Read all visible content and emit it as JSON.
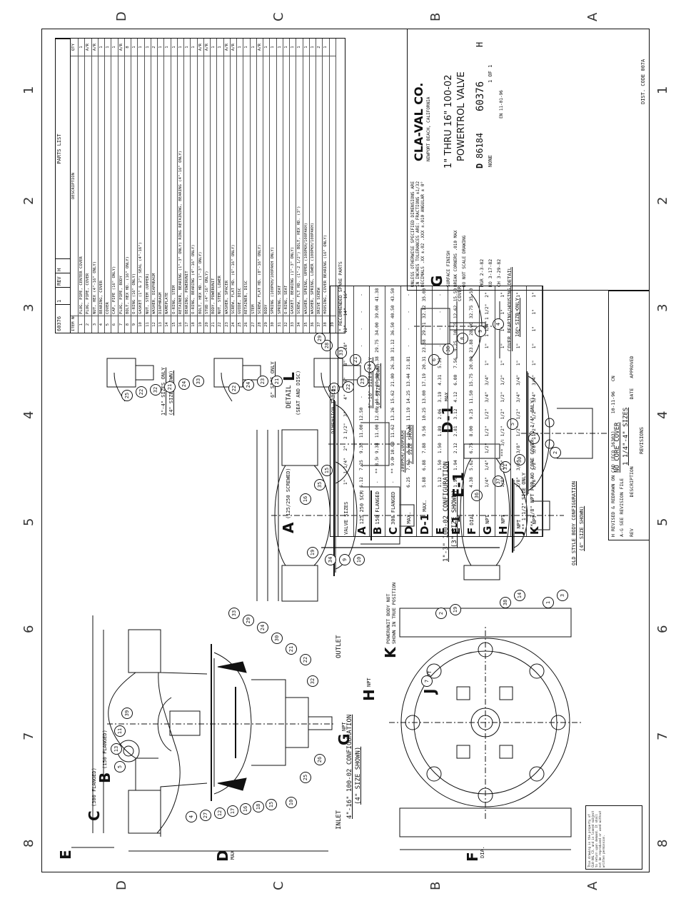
{
  "zones": {
    "numbers": [
      "8",
      "7",
      "6",
      "5",
      "4",
      "3",
      "2",
      "1"
    ],
    "letters": [
      "A",
      "B",
      "C",
      "D"
    ]
  },
  "dwg_no": "60376",
  "sheet_no": "1",
  "rev_label": "REV",
  "rev": "H",
  "parts_list": {
    "title": "PARTS LIST",
    "hdr_item": "ITEM NO.",
    "hdr_desc": "DESCRIPTION",
    "hdr_qty": "QTY",
    "items": [
      {
        "no": "1",
        "desc": "PLUG, PIPE, CENTER COVER",
        "qty": "1",
        "spare": ""
      },
      {
        "no": "2",
        "desc": "PLUG, PIPE, COVER",
        "qty": "A/R",
        "spare": ""
      },
      {
        "no": "3",
        "desc": "NUT, HEX (4\"-16\" ONLY)",
        "qty": "A/R",
        "spare": ""
      },
      {
        "no": "4",
        "desc": "BEARING, COVER",
        "qty": "1",
        "spare": ""
      },
      {
        "no": "5",
        "desc": "COVER",
        "qty": "1",
        "spare": ""
      },
      {
        "no": "6",
        "desc": "CAP, PIPE (16\" ONLY)",
        "qty": "1",
        "spare": ""
      },
      {
        "no": "7",
        "desc": "PLUG, PIPE, BODY",
        "qty": "A/R",
        "spare": ""
      },
      {
        "no": "8",
        "desc": "BOLT, HEX HD. (16\" ONLY)",
        "qty": "8",
        "spare": ""
      },
      {
        "no": "9",
        "desc": "O-RING (16\" ONLY)",
        "qty": "1",
        "spare": "*"
      },
      {
        "no": "10",
        "desc": "GASKET (1\" & 2\") SEAL (4\"-16\")",
        "qty": "1",
        "spare": "*"
      },
      {
        "no": "11",
        "desc": "NUT, STEM (UPPER)",
        "qty": "1",
        "spare": ""
      },
      {
        "no": "12",
        "desc": "WASHER, DIAPHRAGM",
        "qty": "2",
        "spare": ""
      },
      {
        "no": "13",
        "desc": "DIAPHRAGM",
        "qty": "1",
        "spare": "*"
      },
      {
        "no": "14",
        "desc": "NAMEPLATE",
        "qty": "1",
        "spare": ""
      },
      {
        "no": "15",
        "desc": "O-RING, STEM",
        "qty": "1",
        "spare": "*"
      },
      {
        "no": "16",
        "desc": "RETAINER, BEARING (1\"-3\" ONLY) RING RETAINING, BEARING (4\"-16\" ONLY)",
        "qty": "1",
        "spare": ""
      },
      {
        "no": "17",
        "desc": "BEARING, POWERUNIT",
        "qty": "1",
        "spare": ""
      },
      {
        "no": "18",
        "desc": "O-RING, BEARING (4\"-16\" ONLY)",
        "qty": "1",
        "spare": "*"
      },
      {
        "no": "19",
        "desc": "BOLT, HEX HD. (1\"-3\" ONLY)",
        "qty": "A/R",
        "spare": ""
      },
      {
        "no": "20",
        "desc": "STUD (4\"-16\" ONLY)",
        "qty": "A/R",
        "spare": ""
      },
      {
        "no": "21",
        "desc": "BODY, POWERUNIT",
        "qty": "1",
        "spare": ""
      },
      {
        "no": "22",
        "desc": "NUT, STEM, LOWER",
        "qty": "1",
        "spare": ""
      },
      {
        "no": "23",
        "desc": "WASHER, SPACER",
        "qty": "A/R",
        "spare": ""
      },
      {
        "no": "24",
        "desc": "SCREW, FLAT HD. (6\"-16\" ONLY)",
        "qty": "A/R",
        "spare": ""
      },
      {
        "no": "25",
        "desc": "GUIDE, DISC",
        "qty": "1",
        "spare": ""
      },
      {
        "no": "26",
        "desc": "RETAINER, DISC",
        "qty": "1",
        "spare": ""
      },
      {
        "no": "27",
        "desc": "STEM",
        "qty": "1",
        "spare": ""
      },
      {
        "no": "28",
        "desc": "SCREW, FLAT HD. (8\"-16\" ONLY)",
        "qty": "A/R",
        "spare": ""
      },
      {
        "no": "29",
        "desc": "BODY",
        "qty": "1",
        "spare": ""
      },
      {
        "no": "30",
        "desc": "SPRING (100PKH/100PAKH ONLY)",
        "qty": "1",
        "spare": ""
      },
      {
        "no": "31",
        "desc": "SPRING, SEAT",
        "qty": "1",
        "spare": ""
      },
      {
        "no": "32",
        "desc": "O-RING, SEAT",
        "qty": "1",
        "spare": "*"
      },
      {
        "no": "33",
        "desc": "GASKET, BEARING (1\"-3\" ONLY)",
        "qty": "1",
        "spare": "*"
      },
      {
        "no": "34",
        "desc": "SCREW, FLT HD. (1\"-2 1/2\") BOLT, HEX HD. (3\")",
        "qty": "1",
        "spare": ""
      },
      {
        "no": "35",
        "desc": "WASHER, SPRING, UPPER (100PKH/100PAKH)",
        "qty": "1",
        "spare": ""
      },
      {
        "no": "36",
        "desc": "WASHER, SPRING, LOWER (100PKH/100PAKH)",
        "qty": "1",
        "spare": ""
      },
      {
        "no": "37",
        "desc": "DRIVE SCREW",
        "qty": "2",
        "spare": ""
      },
      {
        "no": "38",
        "desc": "HOUSING, COVER BEARING (16\" ONLY)",
        "qty": "1",
        "spare": ""
      },
      {
        "no": "39",
        "desc": "",
        "qty": "",
        "spare": ""
      }
    ],
    "footnote": "* RECOMMENDED SPARE PARTS"
  },
  "dimension_table": {
    "title": "DIMENSION TABLE",
    "sizes": [
      "1\"",
      "1 1/4\" 1 1/2\"",
      "2\"",
      "2 1/2\"",
      "3\"",
      "4\"",
      "6\"",
      "8\"",
      "10\"",
      "12\"",
      "14\"",
      "16\""
    ],
    "rows": [
      {
        "letter": "A",
        "label": "125 250 SCREWED",
        "values": [
          "5.12",
          "7.25",
          "9.38",
          "11.00",
          "12.50",
          "-",
          "-",
          "-",
          "-",
          "-",
          "-",
          "-"
        ]
      },
      {
        "letter": "B",
        "label": "150 FLANGED",
        "values": [
          "-",
          "** 8.50",
          "9.38",
          "11.00",
          "12.00",
          "15.00",
          "20.00",
          "25.38",
          "29.75",
          "34.00",
          "39.00",
          "41.38"
        ]
      },
      {
        "letter": "C",
        "label": "300 FLANGED",
        "values": [
          "-",
          "** 9.00",
          "10.00",
          "11.62",
          "13.26",
          "15.62",
          "21.00",
          "26.38",
          "31.12",
          "36.50",
          "40.50",
          "43.50"
        ]
      },
      {
        "letter": "D",
        "label": "MAX.",
        "values": [
          "6.25",
          "7.62",
          "8.56",
          "10.31",
          "11.19",
          "14.25",
          "13.44",
          "21.81",
          "-",
          "-",
          "-",
          "-"
        ]
      },
      {
        "letter": "D-1",
        "label": "MAX.",
        "values": [
          "5.88",
          "6.88",
          "7.88",
          "9.56",
          "10.25",
          "13.00",
          "17.19",
          "20.31",
          "23.38",
          "29.31",
          "32.12",
          "35.00"
        ]
      },
      {
        "letter": "E",
        "label": "",
        "values": [
          "1.12",
          "1.50",
          "1.50",
          "1.89",
          "2.06",
          "3.19",
          "4.31",
          "5.31",
          "-",
          "-",
          "-",
          "-"
        ]
      },
      {
        "letter": "E-1",
        "label": "",
        "values": [
          "1.56",
          "1.94",
          "2.12",
          "2.81",
          "3.12",
          "4.12",
          "6.00",
          "7.56",
          "9.25",
          "10.75",
          "12.62",
          "15.50"
        ]
      },
      {
        "letter": "F",
        "label": "DIA.",
        "values": [
          "4.38",
          "5.62",
          "6.75",
          "8.00",
          "9.25",
          "11.50",
          "15.75",
          "20.00",
          "23.88",
          "28.00",
          "32.75",
          "35.50"
        ]
      },
      {
        "letter": "G",
        "label": "NPT",
        "values": [
          "1/4\"",
          "1/4\"",
          "1/2\"",
          "1/2\"",
          "1/2\"",
          "3/4\"",
          "3/4\"",
          "1\"",
          "1\"",
          "1 1/4\"",
          "1 1/2\"",
          "2\""
        ]
      },
      {
        "letter": "H",
        "label": "NPT",
        "values": [
          "1/8\"",
          "1/8\"",
          "*** 3/8\"",
          "1/2\"",
          "1/2\"",
          "1/2\"",
          "1/2\"",
          "1\"",
          "1\"",
          "1\"",
          "1\"",
          "1\""
        ]
      },
      {
        "letter": "J",
        "label": "NPT",
        "values": [
          "1/8\"",
          "3/8\"",
          "3/8\"",
          "1/2\"",
          "1/2\"",
          "3/4\"",
          "3/4\"",
          "1\"",
          "1\"",
          "1\"",
          "1\"",
          "1\""
        ]
      },
      {
        "letter": "K",
        "label": "NPT",
        "values": [
          "1/8\"",
          "1/2\"",
          "3/8\"",
          "1/2\"",
          "1/2\"",
          "3/4\"",
          "3/4\"",
          "1\"",
          "1\"",
          "1\"",
          "1\"",
          "1\""
        ]
      }
    ],
    "notes": [
      "** 1 1/2\" SIZE ONLY",
      "*** 3/8\" NPT FOR NO CORE COVER (1 1/4\" ONLY)"
    ]
  },
  "title_block": {
    "company": "CLA-VAL CO.",
    "location": "NEWPORT BEACH, CALIFORNIA",
    "title_line1": "1\" THRU 16\" 100-02",
    "title_line2": "POWERTROL VALVE",
    "size_code": "D",
    "fscm": "86184",
    "dwg_no": "60376",
    "rev": "H",
    "scale": "NONE",
    "sheet": "1 OF 1",
    "drawn": "MGR",
    "drawn_date": "2-3-82",
    "checked": "KO",
    "checked_date": "3-17-82",
    "approved": "CH",
    "approved_date": "3-29-82",
    "print_date": "EN 11-01-96",
    "dist_code": "DIST. CODE 007A",
    "tolerance_note": "UNLESS OTHERWISE SPECIFIED DIMENSIONS ARE IN INCHES TOLERANCES ARE: FRACTIONS ±1/32 DECIMALS .XX ±.02 .XXX ±.010 ANGULAR ± 0°",
    "surface_note": "SURFACE FINISH",
    "break_note": "BREAK CORNERS .010 MAX",
    "scale_note": "DO NOT SCALE DRAWING"
  },
  "revisions": {
    "title": "REVISIONS",
    "hdr_rev": "REV",
    "hdr_desc": "DESCRIPTION",
    "hdr_date": "DATE",
    "hdr_appr": "APPROVED",
    "rows": [
      {
        "rev": "H",
        "desc": "REVISED & REDRAWN ON CAD (ECO 16303)",
        "date": "10-11-96",
        "appr": "CN"
      },
      {
        "rev": "A-G",
        "desc": "SEE REVISION FILE",
        "date": "",
        "appr": ""
      }
    ]
  },
  "views": {
    "main_caption": "4\"-16\" 100-02 CONFIGURATION",
    "main_sub": "(4\" SIZE SHOWN)",
    "small_caption": "1\"-3\" 100-02 CONFIGURATION",
    "small_sub": "(3\" SIZE SHOWN)",
    "old_caption": "OLD STYLE BODY CONFIGURATION",
    "old_sub": "(4\" SIZE SHOWN)",
    "pk_caption": "100PKH/100PAKH",
    "pk_sub": "3\" SIZE SHOWN",
    "nocore_caption": "NO CORE COVER",
    "nocore_sub": "1 1/4\"-4\" SIZES",
    "cover_caption": "COVER BEARING/HOUSING DETAIL",
    "cover_sub": "16\" SIZE ONLY",
    "detail_l": "DETAIL",
    "detail_l_letter": "L",
    "detail_l_sub": "(SEAT AND DISC)",
    "d1_caption": "1\"-4\" SIZES ONLY",
    "d1_sub": "(4\" SIZE SHOWN)",
    "d6_caption": "6\" SIZE ONLY",
    "d8_caption": "8\"-16\" SIZES ONLY",
    "d8_sub": "(8\" SIZE SHOWN)",
    "inlet": "INLET",
    "outlet": "OUTLET",
    "cover_word": "COVER",
    "pb_note": "POWERUNIT BODY NOT SHOWN IN TRUE POSITION",
    "dims": {
      "B": "B",
      "B_txt": "(150 FLANGED)",
      "C": "C",
      "C_txt": "(300 FLANGED)",
      "A": "A",
      "A_txt": "(125/250 SCREWED)",
      "D": "D",
      "D_txt": "MAX",
      "D1": "D-1",
      "D1_txt": "MAX",
      "E": "E",
      "E1": "E-1",
      "F": "F",
      "F_txt": "DIA.",
      "G": "G",
      "H": "H",
      "J": "J",
      "K": "K",
      "npt": "NPT"
    }
  },
  "legal_note": "This drawing is the property of CLA-VAL CO. and is loaned subject to return upon demand. It shall not be reproduced or used without written permission."
}
